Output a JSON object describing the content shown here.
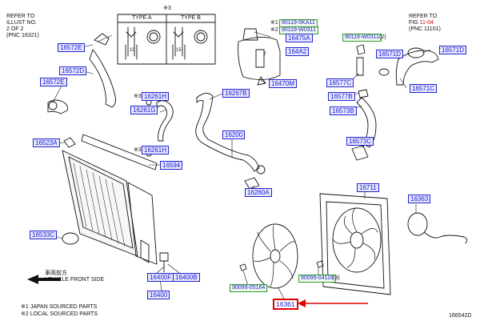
{
  "refs": {
    "left": {
      "line1": "REFER TO",
      "line2": "ILLUST NO.",
      "line3": "2 OF 2",
      "line4": "(PNC 16321)"
    },
    "right": {
      "line1": "REFER TO",
      "line2_a": "FIG ",
      "line2_b": "11-04",
      "line3": "(PNC 11101)"
    }
  },
  "inset": {
    "mark": "※3",
    "type_a": "TYPE A",
    "type_b": "TYPE B",
    "dim_a": "10",
    "dim_b": "15"
  },
  "labels": {
    "p16572E": "16572E",
    "p16572D": "16572D",
    "p16572E_left": "16572E",
    "p16523A": "16523A",
    "p16533C": "16533C",
    "p16261H_a": "16261H",
    "p16261G": "16261G",
    "p16261H_b": "16261H",
    "p16594": "16594",
    "p16267B": "16267B",
    "p16200": "16200",
    "p16260A": "16260A",
    "p90119_0KA11": "90119-0KA11",
    "p90119_W0311": "90119-W0311",
    "p16475A": "16475A",
    "p164A2": "164A2",
    "p16470M": "16470M",
    "p90119_W0311_r": "90119-W0311",
    "p16571D_a": "16571D",
    "p16571D_b": "16571D",
    "p16577C": "16577C",
    "p16577B": "16577B",
    "p16571C": "16571C",
    "p16573B": "16573B",
    "p16573C": "16573C",
    "p16711": "16711",
    "p16363": "16363",
    "p16400F": "16400F",
    "p16400B": "16400B",
    "p16400": "16400",
    "p90099_05164": "90099-05164",
    "p90099_04119": "90099-04119",
    "p16361": "16361"
  },
  "marks": {
    "m1": "※1",
    "m2": "※2",
    "m3a": "※3",
    "m3b": "※3",
    "qty2": "(2)",
    "qty3": "(3)"
  },
  "footer": {
    "front": "車両前方",
    "vehicle_front": "VEHICLE FRONT SIDE",
    "legend1": "※1 JAPAN SOURCED PARTS",
    "legend2": "※2 LOCAL SOURCED PARTS",
    "code": "166542D"
  },
  "colors": {
    "label_border": "#2222cc",
    "label_fill": "#e6e8ff",
    "green_border": "#2e9a2e",
    "highlight": "#e00000"
  }
}
